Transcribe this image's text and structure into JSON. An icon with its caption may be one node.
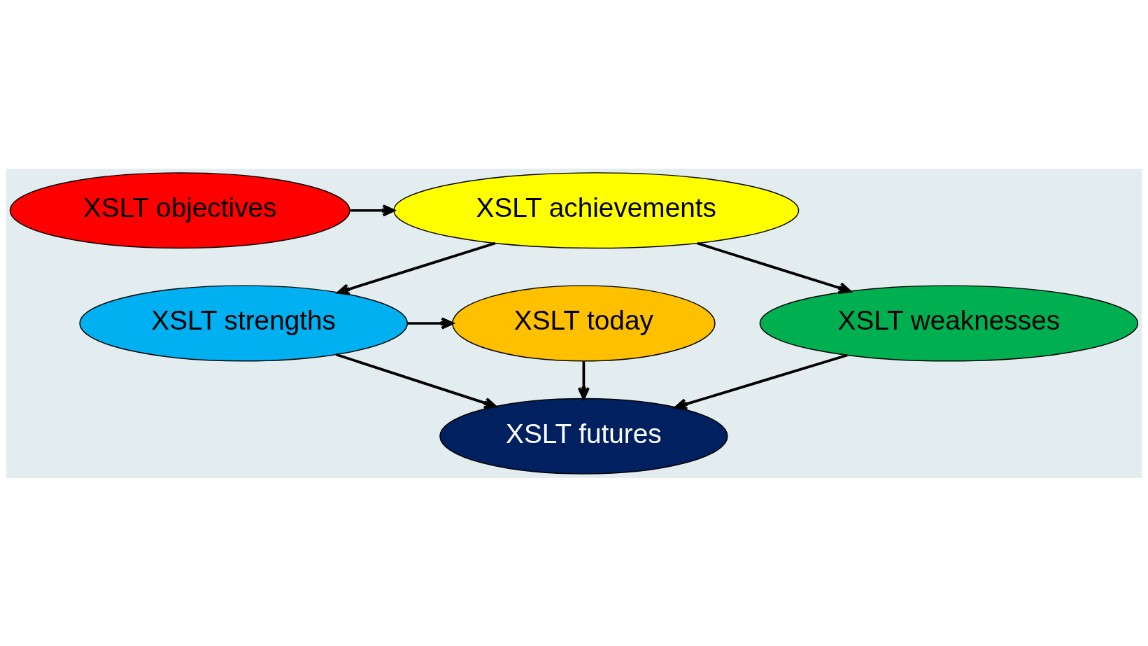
{
  "diagram": {
    "nodes": [
      {
        "text": [
          "XSLT objectives"
        ]
      },
      {
        "text": [
          "XSLT achievements"
        ]
      },
      {
        "text": [
          "XSLT strengths"
        ]
      },
      {
        "text": [
          "XSLT today"
        ]
      },
      {
        "text": [
          "XSLT weaknesses"
        ]
      },
      {
        "text": [
          "XSLT futures"
        ]
      }
    ],
    "edges": [
      {
        "from": 0,
        "to": 1,
        "arrow": "to"
      },
      {
        "from": 1,
        "to": 2,
        "arrow": "to"
      },
      {
        "from": 1,
        "to": 4,
        "arrow": "to"
      },
      {
        "from": 2,
        "to": 3,
        "arrow": "to"
      },
      {
        "from": 2,
        "to": 5,
        "arrow": "to"
      },
      {
        "from": 3,
        "to": 5,
        "arrow": "to"
      },
      {
        "from": 4,
        "to": 5,
        "arrow": "to"
      }
    ]
  }
}
